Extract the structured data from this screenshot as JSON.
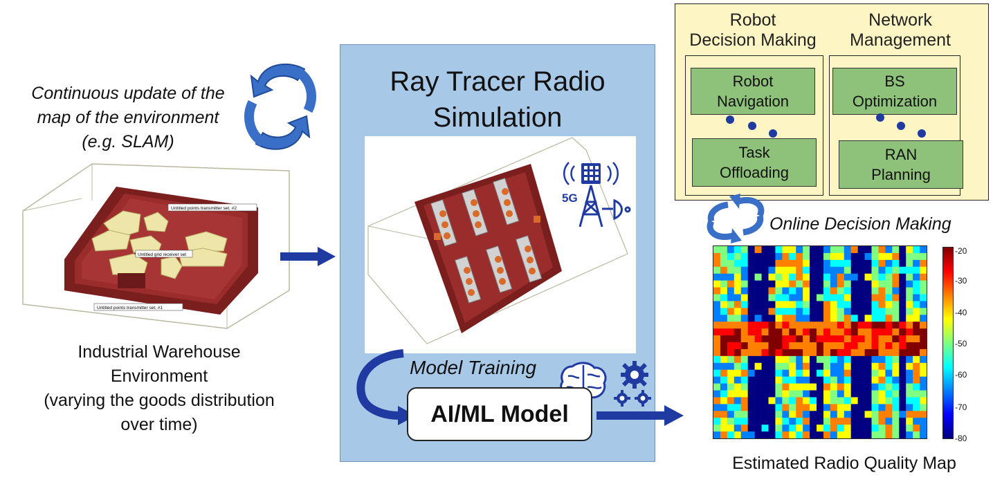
{
  "left": {
    "update_caption": [
      "Continuous update of the",
      "map of the environment",
      "(e.g. SLAM)"
    ],
    "warehouse_caption": [
      "Industrial Warehouse",
      "Environment",
      "(varying the goods distribution",
      "over time)"
    ],
    "warehouse_labels": [
      "Untitled points transmitter set, #2",
      "Untitled grid receiver set",
      "Untitled points transmitter set, #1"
    ]
  },
  "middle": {
    "title": [
      "Ray Tracer Radio",
      "Simulation"
    ],
    "badge_5g": "5G",
    "training_label": "Model Training",
    "model_label": "AI/ML Model"
  },
  "right": {
    "col1_title": [
      "Robot",
      "Decision Making"
    ],
    "col2_title": [
      "Network",
      "Management"
    ],
    "robot_navigation": [
      "Robot",
      "Navigation"
    ],
    "task_offloading": [
      "Task",
      "Offloading"
    ],
    "bs_optimization": [
      "BS",
      "Optimization"
    ],
    "ran_planning": [
      "RAN",
      "Planning"
    ],
    "online_label": "Online Decision Making",
    "map_caption": "Estimated Radio Quality Map",
    "colorbar_ticks": [
      "-20",
      "-30",
      "-40",
      "-50",
      "-60",
      "-70",
      "-80"
    ]
  },
  "colors": {
    "panel_blue": "#a8c8e8",
    "panel_yellow": "#fdf5c4",
    "box_green": "#8ec27a",
    "arrow_blue": "#1f3aa0",
    "wall_red": "#7a1e1e"
  }
}
